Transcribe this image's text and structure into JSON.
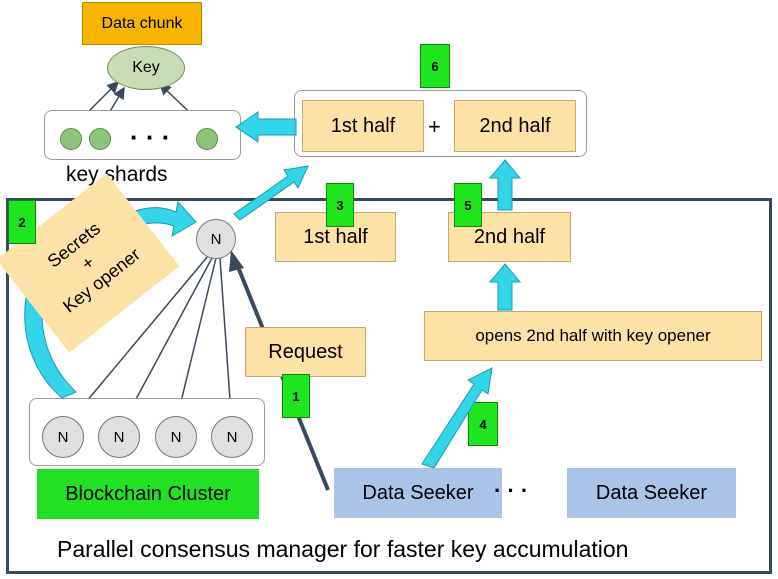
{
  "data_chunk": "Data chunk",
  "key": "Key",
  "ellipsis": "· · ·",
  "key_shards": "key shards",
  "step_badges": {
    "s1": "1",
    "s2": "2",
    "s3": "3",
    "s4": "4",
    "s5": "5",
    "s6": "6"
  },
  "combined": {
    "first": "1st half",
    "plus": "+",
    "second": "2nd half"
  },
  "half_first": "1st half",
  "half_second": "2nd half",
  "opens": "opens 2nd half with key opener",
  "request": "Request",
  "secrets": {
    "line1": "Secrets",
    "line2": "+",
    "line3": "Key opener"
  },
  "node_label": "N",
  "cluster_label": "Blockchain Cluster",
  "data_seeker_1": "Data Seeker",
  "seeker_ellipsis": "· · ·",
  "data_seeker_2": "Data Seeker",
  "caption": "Parallel consensus manager for faster key accumulation",
  "colors": {
    "cyan": "#33d6e8",
    "green": "#22e022",
    "orange": "#fde2a8",
    "blue": "#a9c4e6",
    "frame": "#3a4a5e"
  }
}
